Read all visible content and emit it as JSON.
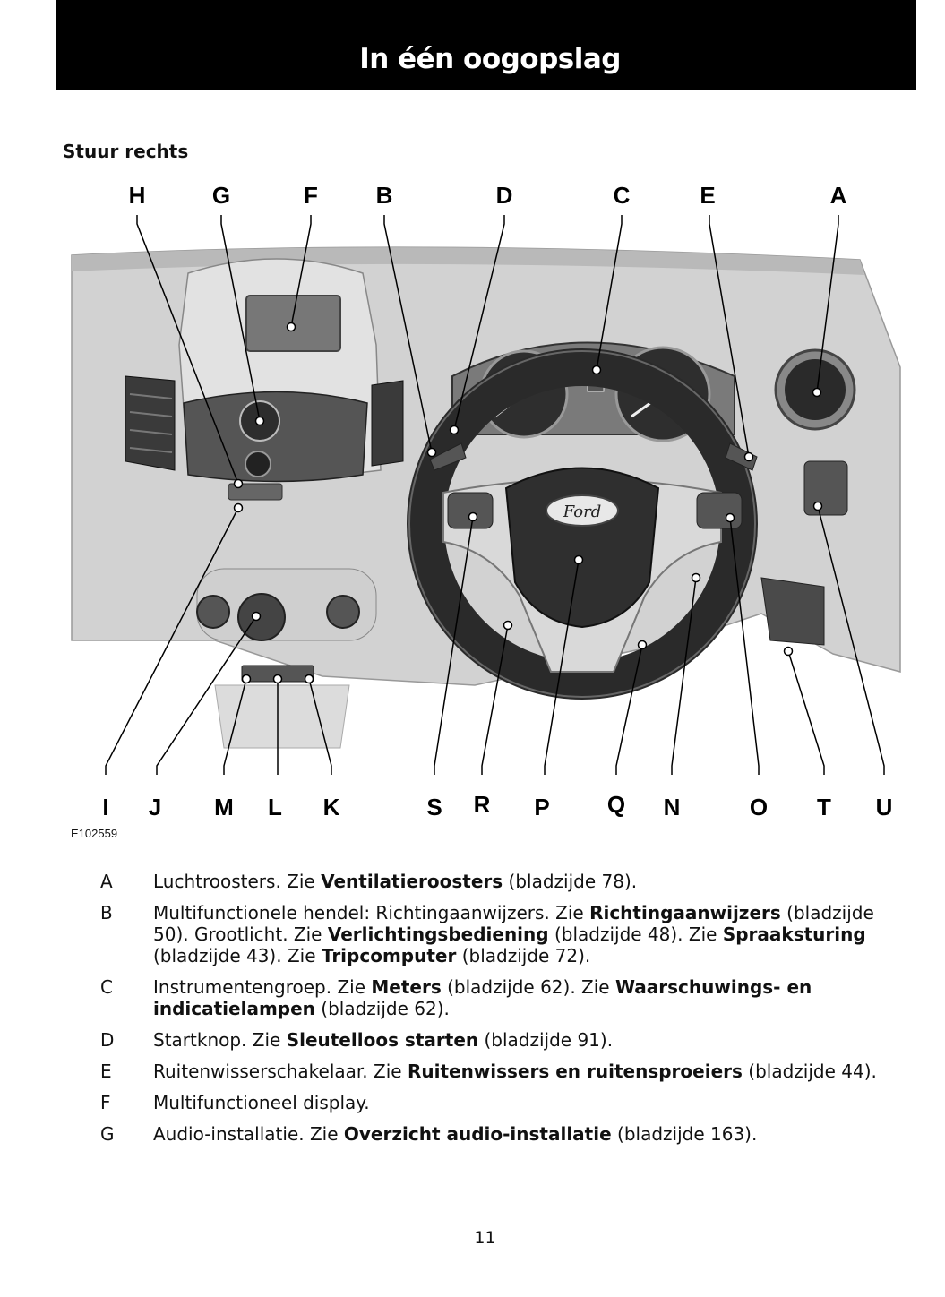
{
  "header": {
    "title": "In één oogopslag"
  },
  "section_title": "Stuur rechts",
  "figure": {
    "image_code": "E102559",
    "top_labels": [
      "H",
      "G",
      "F",
      "B",
      "D",
      "C",
      "E",
      "A"
    ],
    "bottom_labels": [
      "I",
      "J",
      "M",
      "L",
      "K",
      "S",
      "R",
      "P",
      "Q",
      "N",
      "O",
      "T",
      "U"
    ],
    "ford_logo_text": "Ford"
  },
  "legend": [
    {
      "key": "A",
      "parts": [
        {
          "t": "Luchtroosters.  Zie "
        },
        {
          "t": "Ventilatieroosters",
          "b": true
        },
        {
          "t": " (bladzijde 78)."
        }
      ]
    },
    {
      "key": "B",
      "parts": [
        {
          "t": "Multifunctionele hendel: Richtingaanwijzers. Zie "
        },
        {
          "t": "Richtingaanwijzers",
          "b": true
        },
        {
          "t": " (bladzijde 50). Grootlicht. Zie "
        },
        {
          "t": "Verlichtingsbediening",
          "b": true
        },
        {
          "t": " (bladzijde 48). Zie "
        },
        {
          "t": "Spraaksturing",
          "b": true
        },
        {
          "t": " (bladzijde 43).  Zie "
        },
        {
          "t": "Tripcomputer",
          "b": true
        },
        {
          "t": " (bladzijde 72)."
        }
      ]
    },
    {
      "key": "C",
      "parts": [
        {
          "t": "Instrumentengroep.  Zie "
        },
        {
          "t": "Meters",
          "b": true
        },
        {
          "t": " (bladzijde 62).  Zie "
        },
        {
          "t": "Waarschuwings- en indicatielampen",
          "b": true
        },
        {
          "t": " (bladzijde 62)."
        }
      ]
    },
    {
      "key": "D",
      "parts": [
        {
          "t": "Startknop.  Zie "
        },
        {
          "t": "Sleutelloos starten",
          "b": true
        },
        {
          "t": " (bladzijde 91)."
        }
      ]
    },
    {
      "key": "E",
      "parts": [
        {
          "t": "Ruitenwisserschakelaar.  Zie "
        },
        {
          "t": "Ruitenwissers en ruitensproeiers",
          "b": true
        },
        {
          "t": " (bladzijde 44)."
        }
      ]
    },
    {
      "key": "F",
      "parts": [
        {
          "t": "Multifunctioneel display."
        }
      ]
    },
    {
      "key": "G",
      "parts": [
        {
          "t": "Audio-installatie.  Zie "
        },
        {
          "t": "Overzicht audio-installatie",
          "b": true
        },
        {
          "t": " (bladzijde 163)."
        }
      ]
    }
  ],
  "page_number": "11"
}
